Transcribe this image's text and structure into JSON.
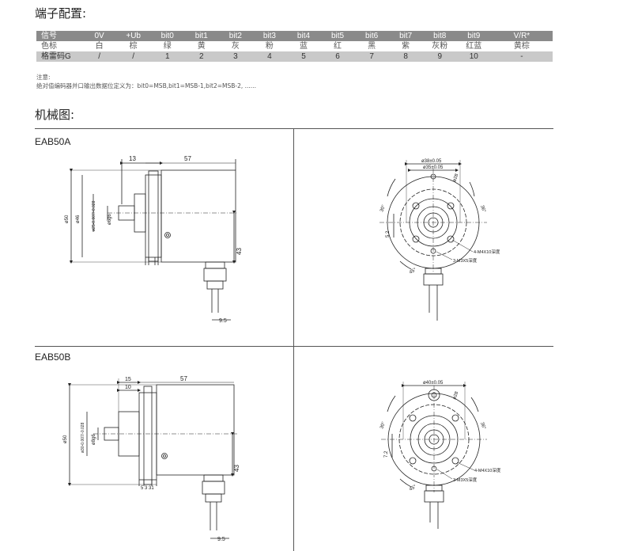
{
  "terminal_section_title": "端子配置:",
  "terminal_table": {
    "rows": [
      [
        "信号",
        "0V",
        "+Ub",
        "bit0",
        "bit1",
        "bit2",
        "bit3",
        "bit4",
        "bit5",
        "bit6",
        "bit7",
        "bit8",
        "bit9",
        "V/R*"
      ],
      [
        "色标",
        "白",
        "棕",
        "绿",
        "黄",
        "灰",
        "粉",
        "蓝",
        "红",
        "黑",
        "紫",
        "灰粉",
        "红蓝",
        "黄棕"
      ],
      [
        "格雷码G",
        "/",
        "/",
        "1",
        "2",
        "3",
        "4",
        "5",
        "6",
        "7",
        "8",
        "9",
        "10",
        "-"
      ]
    ]
  },
  "note_label": "注意:",
  "note_text": "绝对值编码器并口输出数据位定义为：bit0=MSB,bit1=MSB-1,bit2=MSB-2, ......",
  "mech_section_title": "机械图:",
  "models": [
    {
      "name": "EAB50A",
      "side": {
        "dim_top_small": "13",
        "dim_top_large": "57",
        "dia_outer": "ø50",
        "dia_body": "ø46",
        "dia_flange": "ø25-0.007/-0.028",
        "dia_shaft": "ø6g6",
        "dim_height": "43",
        "dim_cable": "9.5"
      },
      "front": {
        "pcd_outer": "ø38±0.05",
        "pcd_inner": "ø35±0.05",
        "dia_hole": "ø28",
        "angle_left": "30°",
        "angle_right": "36°",
        "offset": "5.2",
        "angle_bottom": "45°",
        "hole_spec_a": "4-M4X10深度",
        "hole_spec_b": "3-M3X5深度"
      }
    },
    {
      "name": "EAB50B",
      "side": {
        "dim_top_15": "15",
        "dim_top_10": "10",
        "dim_top_large": "57",
        "dia_outer": "ø50",
        "dia_flange": "ø30-0.007/-0.028",
        "dia_shaft": "ø8g6",
        "dim_height": "43",
        "dim_cable": "9.5",
        "bottom_ticks": "5 3 31"
      },
      "front": {
        "pcd_outer": "ø40±0.05",
        "dia_hole": "ø28",
        "angle_left": "30°",
        "angle_right": "36°",
        "offset": "7.2",
        "angle_bottom": "45°",
        "hole_spec_a": "4-M4X10深度",
        "hole_spec_b": "3-M3X5深度"
      }
    }
  ]
}
